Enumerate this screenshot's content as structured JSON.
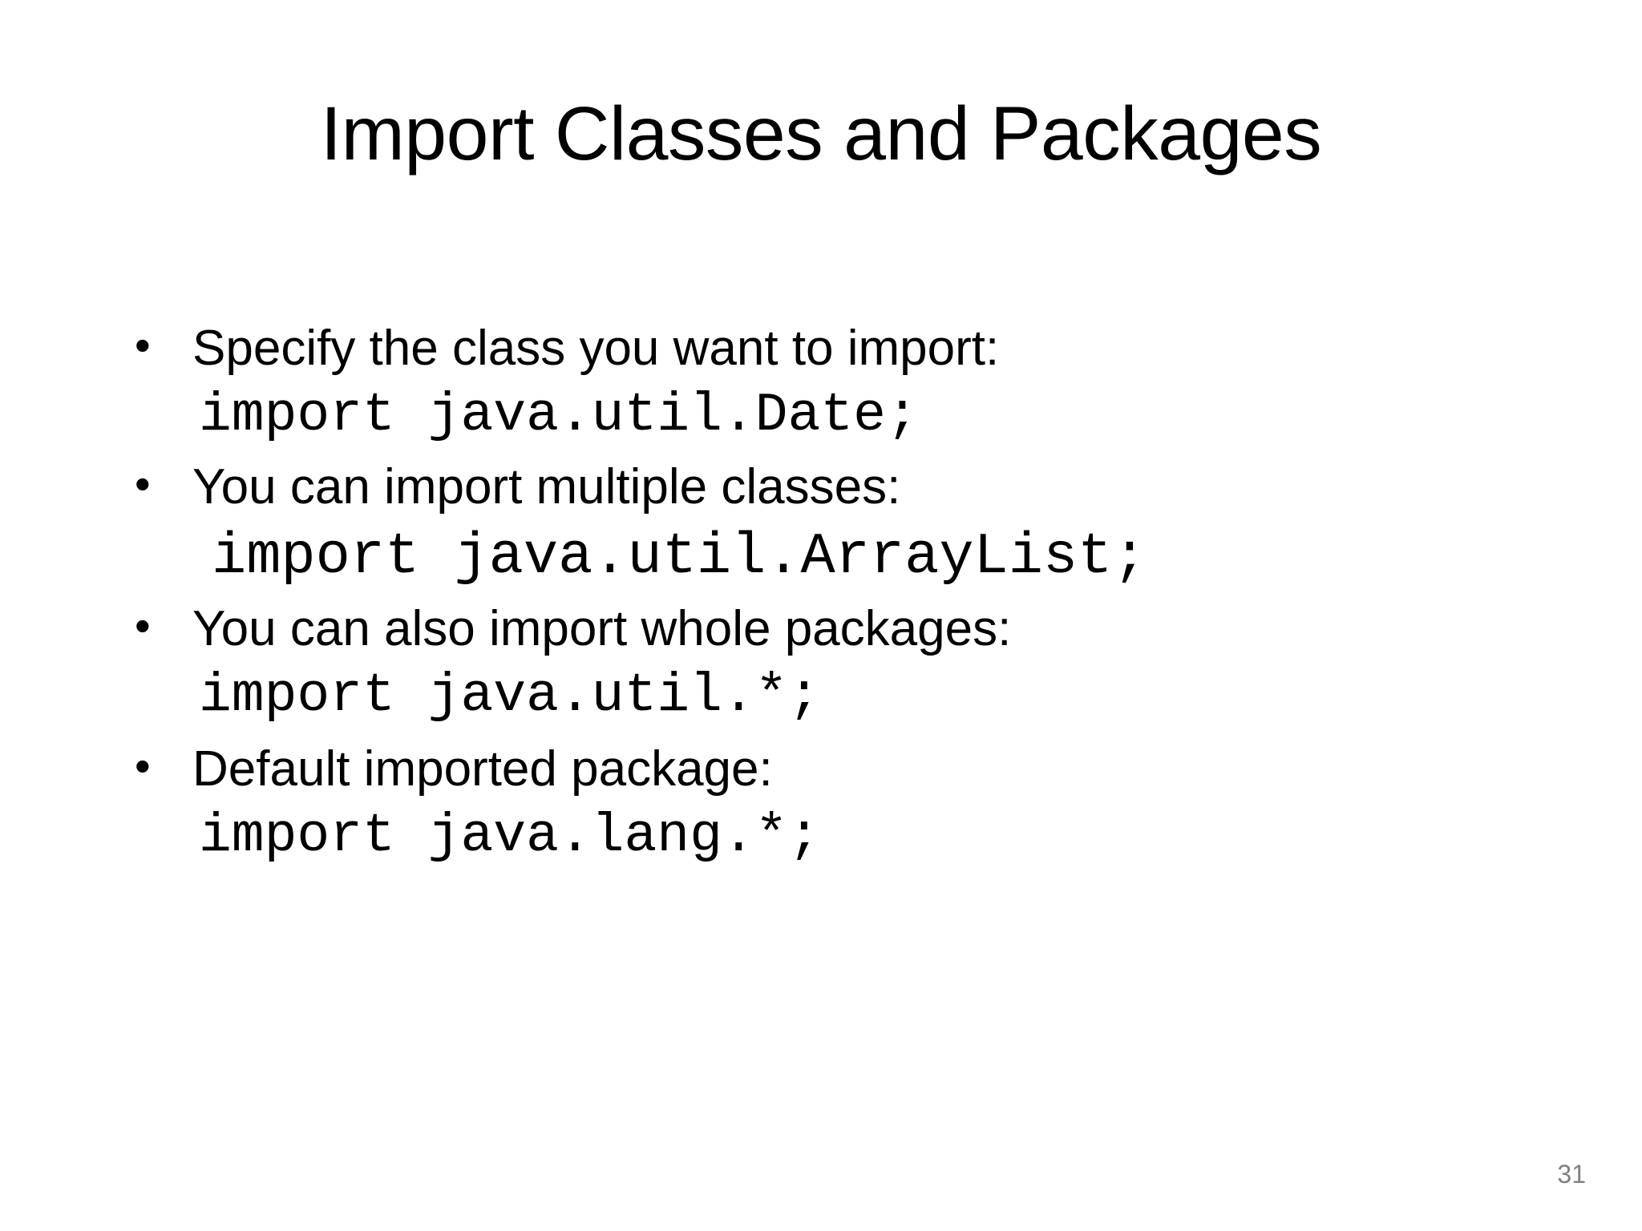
{
  "slide": {
    "title": "Import Classes and Packages",
    "page_number": "31",
    "background_color": "#ffffff",
    "text_color": "#000000",
    "page_number_color": "#808080",
    "bullet_marker": "•"
  },
  "content": {
    "groups": [
      {
        "bullet": "Specify the class you want to import:",
        "code": "import java.util.Date;"
      },
      {
        "bullet": "You can import multiple classes:",
        "code": "import java.util.ArrayList;"
      },
      {
        "bullet": "You can also import whole packages:",
        "code": "import java.util.*;"
      },
      {
        "bullet": "Default imported package:",
        "code": "import java.lang.*;"
      }
    ]
  }
}
